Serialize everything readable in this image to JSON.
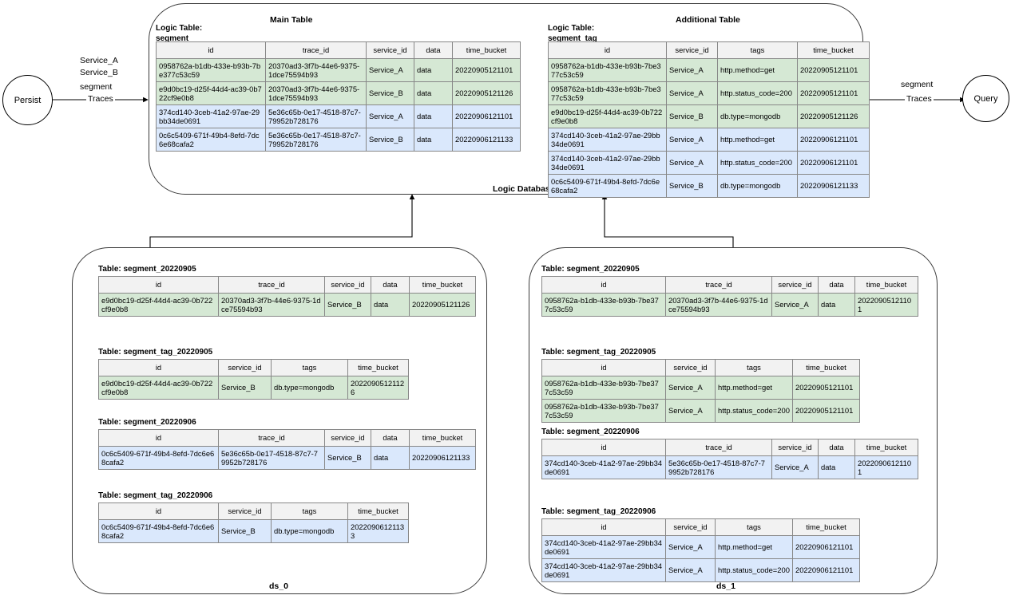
{
  "diagram": {
    "nodes": {
      "persist": "Persist",
      "query": "Query"
    },
    "edges": {
      "left_services": "Service_A\nService_B",
      "left_segment": "segment",
      "left_traces": "Traces",
      "right_segment": "segment",
      "right_traces": "Traces"
    },
    "logic_database_label": "Logic Database",
    "ds0_label": "ds_0",
    "ds1_label": "ds_1"
  },
  "main_table": {
    "title": "Main Table",
    "logic_label_line1": "Logic Table:",
    "logic_label_line2": "segment",
    "columns": [
      "id",
      "trace_id",
      "service_id",
      "data",
      "time_bucket"
    ],
    "rows": [
      {
        "color": "green",
        "cells": [
          "0958762a-b1db-433e-b93b-7be377c53c59",
          "20370ad3-3f7b-44e6-9375-1dce75594b93",
          "Service_A",
          "data",
          "20220905121101"
        ]
      },
      {
        "color": "green",
        "cells": [
          "e9d0bc19-d25f-44d4-ac39-0b722cf9e0b8",
          "20370ad3-3f7b-44e6-9375-1dce75594b93",
          "Service_B",
          "data",
          "20220905121126"
        ]
      },
      {
        "color": "blue",
        "cells": [
          "374cd140-3ceb-41a2-97ae-29bb34de0691",
          "5e36c65b-0e17-4518-87c7-79952b728176",
          "Service_A",
          "data",
          "20220906121101"
        ]
      },
      {
        "color": "blue",
        "cells": [
          "0c6c5409-671f-49b4-8efd-7dc6e68cafa2",
          "5e36c65b-0e17-4518-87c7-79952b728176",
          "Service_B",
          "data",
          "20220906121133"
        ]
      }
    ]
  },
  "additional_table": {
    "title": "Additional  Table",
    "logic_label_line1": "Logic Table:",
    "logic_label_line2": "segment_tag",
    "columns": [
      "id",
      "service_id",
      "tags",
      "time_bucket"
    ],
    "rows": [
      {
        "color": "green",
        "cells": [
          "0958762a-b1db-433e-b93b-7be377c53c59",
          "Service_A",
          "http.method=get",
          "20220905121101"
        ]
      },
      {
        "color": "green",
        "cells": [
          "0958762a-b1db-433e-b93b-7be377c53c59",
          "Service_A",
          "http.status_code=200",
          "20220905121101"
        ]
      },
      {
        "color": "green",
        "cells": [
          "e9d0bc19-d25f-44d4-ac39-0b722cf9e0b8",
          "Service_B",
          "db.type=mongodb",
          "20220905121126"
        ]
      },
      {
        "color": "blue",
        "cells": [
          "374cd140-3ceb-41a2-97ae-29bb34de0691",
          "Service_A",
          "http.method=get",
          "20220906121101"
        ]
      },
      {
        "color": "blue",
        "cells": [
          "374cd140-3ceb-41a2-97ae-29bb34de0691",
          "Service_A",
          "http.status_code=200",
          "20220906121101"
        ]
      },
      {
        "color": "blue",
        "cells": [
          "0c6c5409-671f-49b4-8efd-7dc6e68cafa2",
          "Service_B",
          "db.type=mongodb",
          "20220906121133"
        ]
      }
    ]
  },
  "ds0": {
    "label": "ds_0",
    "tables": [
      {
        "caption": "Table: segment_20220905",
        "kind": "segment",
        "columns": [
          "id",
          "trace_id",
          "service_id",
          "data",
          "time_bucket"
        ],
        "rows": [
          {
            "color": "green",
            "cells": [
              "e9d0bc19-d25f-44d4-ac39-0b722cf9e0b8",
              "20370ad3-3f7b-44e6-9375-1dce75594b93",
              "Service_B",
              "data",
              "20220905121126"
            ]
          }
        ]
      },
      {
        "caption": "Table: segment_tag_20220905",
        "kind": "segment_tag",
        "columns": [
          "id",
          "service_id",
          "tags",
          "time_bucket"
        ],
        "rows": [
          {
            "color": "green",
            "cells": [
              "e9d0bc19-d25f-44d4-ac39-0b722cf9e0b8",
              "Service_B",
              "db.type=mongodb",
              "20220905121126"
            ]
          }
        ]
      },
      {
        "caption": "Table: segment_20220906",
        "kind": "segment",
        "columns": [
          "id",
          "trace_id",
          "service_id",
          "data",
          "time_bucket"
        ],
        "rows": [
          {
            "color": "blue",
            "cells": [
              "0c6c5409-671f-49b4-8efd-7dc6e68cafa2",
              "5e36c65b-0e17-4518-87c7-79952b728176",
              "Service_B",
              "data",
              "20220906121133"
            ]
          }
        ]
      },
      {
        "caption": "Table: segment_tag_20220906",
        "kind": "segment_tag",
        "columns": [
          "id",
          "service_id",
          "tags",
          "time_bucket"
        ],
        "rows": [
          {
            "color": "blue",
            "cells": [
              "0c6c5409-671f-49b4-8efd-7dc6e68cafa2",
              "Service_B",
              "db.type=mongodb",
              "20220906121133"
            ]
          }
        ]
      }
    ]
  },
  "ds1": {
    "label": "ds_1",
    "tables": [
      {
        "caption": "Table: segment_20220905",
        "kind": "segment",
        "columns": [
          "id",
          "trace_id",
          "service_id",
          "data",
          "time_bucket"
        ],
        "rows": [
          {
            "color": "green",
            "cells": [
              "0958762a-b1db-433e-b93b-7be377c53c59",
              "20370ad3-3f7b-44e6-9375-1dce75594b93",
              "Service_A",
              "data",
              "20220905121101"
            ]
          }
        ]
      },
      {
        "caption": "Table: segment_tag_20220905",
        "kind": "segment_tag",
        "columns": [
          "id",
          "service_id",
          "tags",
          "time_bucket"
        ],
        "rows": [
          {
            "color": "green",
            "cells": [
              "0958762a-b1db-433e-b93b-7be377c53c59",
              "Service_A",
              "http.method=get",
              "20220905121101"
            ]
          },
          {
            "color": "green",
            "cells": [
              "0958762a-b1db-433e-b93b-7be377c53c59",
              "Service_A",
              "http.status_code=200",
              "20220905121101"
            ]
          }
        ]
      },
      {
        "caption": "Table: segment_20220906",
        "kind": "segment",
        "columns": [
          "id",
          "trace_id",
          "service_id",
          "data",
          "time_bucket"
        ],
        "rows": [
          {
            "color": "blue",
            "cells": [
              "374cd140-3ceb-41a2-97ae-29bb34de0691",
              "5e36c65b-0e17-4518-87c7-79952b728176",
              "Service_A",
              "data",
              "20220906121101"
            ]
          }
        ]
      },
      {
        "caption": "Table: segment_tag_20220906",
        "kind": "segment_tag",
        "columns": [
          "id",
          "service_id",
          "tags",
          "time_bucket"
        ],
        "rows": [
          {
            "color": "blue",
            "cells": [
              "374cd140-3ceb-41a2-97ae-29bb34de0691",
              "Service_A",
              "http.method=get",
              "20220906121101"
            ]
          },
          {
            "color": "blue",
            "cells": [
              "374cd140-3ceb-41a2-97ae-29bb34de0691",
              "Service_A",
              "http.status_code=200",
              "20220906121101"
            ]
          }
        ]
      }
    ]
  },
  "colors": {
    "green_row": "#d5e8d4",
    "blue_row": "#dae8fc",
    "header_row": "#f2f2f2",
    "border": "#878787",
    "stroke": "#3a3a3a"
  }
}
